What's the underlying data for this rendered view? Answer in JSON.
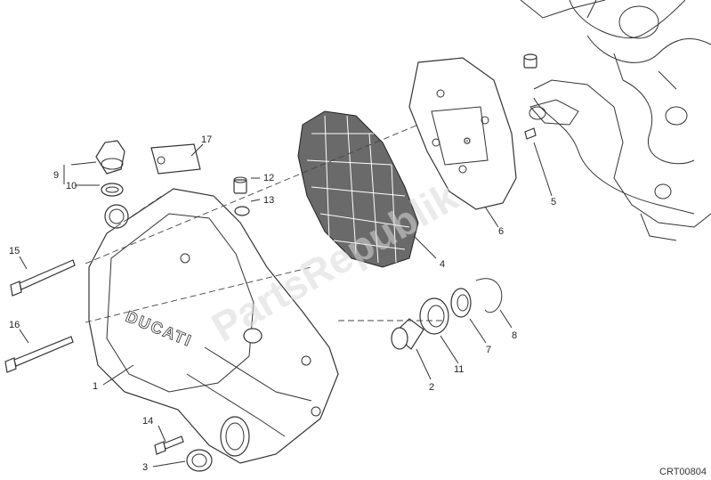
{
  "watermark": "PartsRepublik",
  "reference_code": "CRT00804",
  "logo_text": "DUCATI",
  "callouts": [
    {
      "id": "1",
      "label": "1"
    },
    {
      "id": "2",
      "label": "2"
    },
    {
      "id": "3",
      "label": "3"
    },
    {
      "id": "4",
      "label": "4"
    },
    {
      "id": "5",
      "label": "5"
    },
    {
      "id": "6",
      "label": "6"
    },
    {
      "id": "7",
      "label": "7"
    },
    {
      "id": "8",
      "label": "8"
    },
    {
      "id": "9",
      "label": "9"
    },
    {
      "id": "10",
      "label": "10"
    },
    {
      "id": "11",
      "label": "11"
    },
    {
      "id": "12",
      "label": "12"
    },
    {
      "id": "13",
      "label": "13"
    },
    {
      "id": "14",
      "label": "14"
    },
    {
      "id": "15",
      "label": "15"
    },
    {
      "id": "16",
      "label": "16"
    },
    {
      "id": "17",
      "label": "17"
    }
  ]
}
